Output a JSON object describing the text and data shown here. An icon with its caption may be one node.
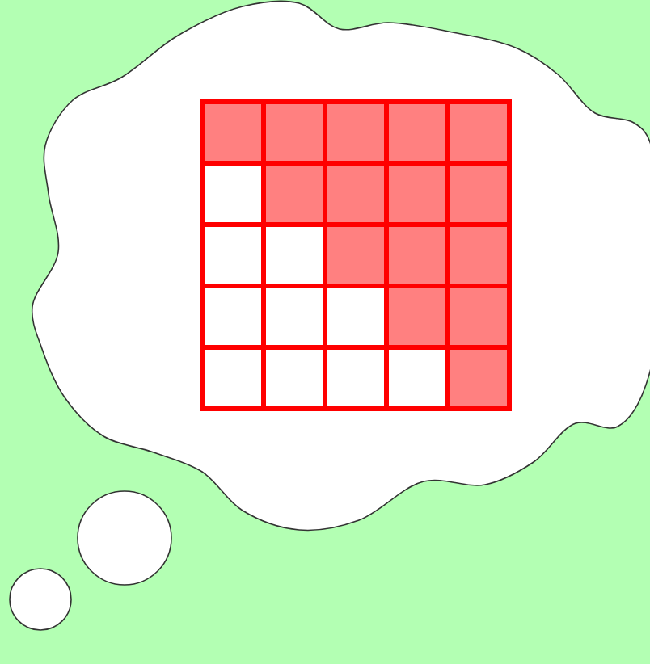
{
  "diagram": {
    "nodes": [
      {
        "text": [],
        "shape": "cloud"
      },
      {
        "text": [],
        "shape": "circle"
      },
      {
        "text": [],
        "shape": "circle"
      }
    ]
  }
}
